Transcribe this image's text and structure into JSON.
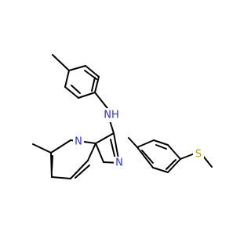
{
  "atoms": {
    "amine": {
      "label": "NH",
      "color": "#2e2ee6"
    },
    "pyridine_n": {
      "label": "N",
      "color": "#2e2ee6"
    },
    "imidazole_n": {
      "label": "N",
      "color": "#2e2ee6"
    },
    "sulfur": {
      "label": "S",
      "color": "#b3a300"
    }
  },
  "colors": {
    "bond": "#000000",
    "nitrogen": "#2e2ee6",
    "sulfur": "#b3a300"
  }
}
